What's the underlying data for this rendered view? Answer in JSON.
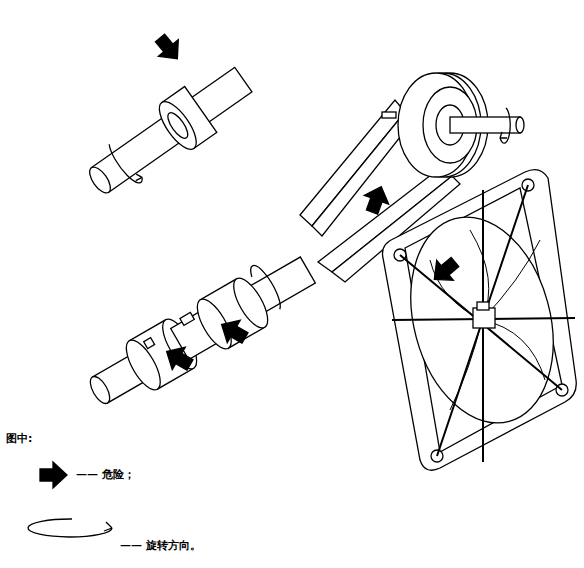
{
  "diagram": {
    "labels": [
      "图中:"
    ],
    "legend": [
      {
        "text": "—— 危险；"
      },
      {
        "text": "—— 旋转方向。"
      }
    ]
  }
}
